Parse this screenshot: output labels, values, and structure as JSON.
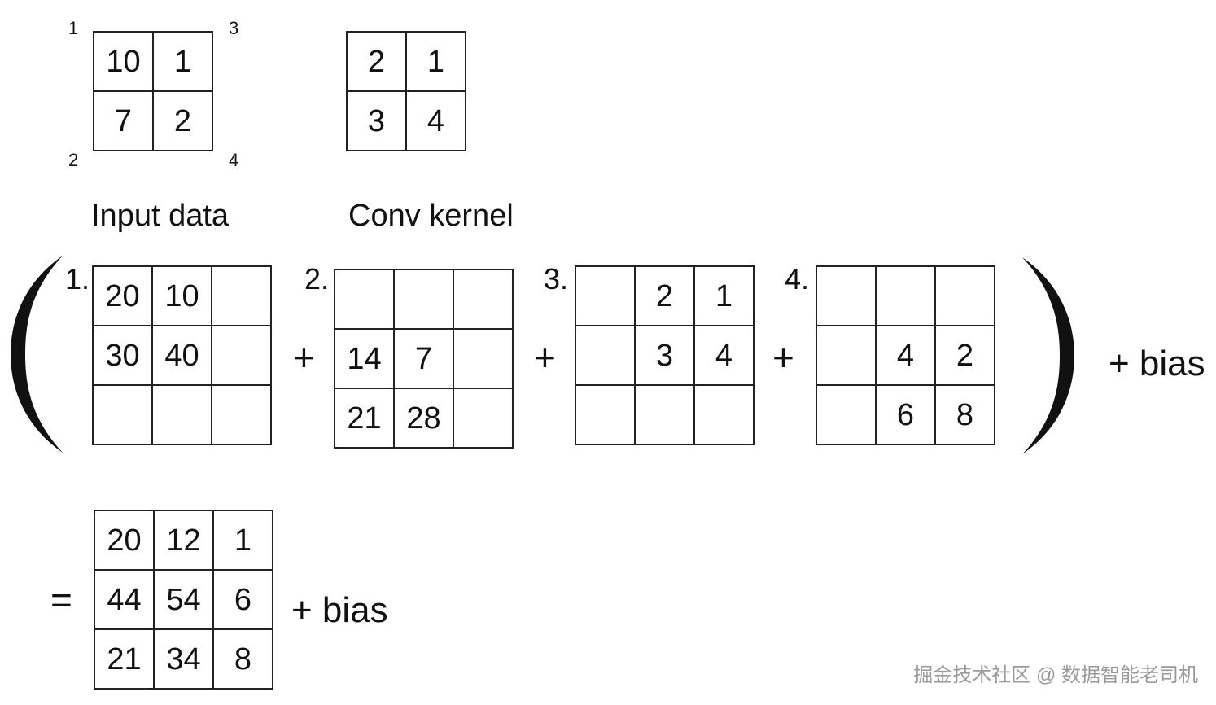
{
  "input": {
    "cells": [
      [
        "10",
        "1"
      ],
      [
        "7",
        "2"
      ]
    ],
    "corners": [
      "1",
      "3",
      "2",
      "4"
    ],
    "caption": "Input data"
  },
  "kernel": {
    "cells": [
      [
        "2",
        "1"
      ],
      [
        "3",
        "4"
      ]
    ],
    "caption": "Conv kernel"
  },
  "steps": [
    {
      "label": "1.",
      "cells": [
        [
          "20",
          "10",
          ""
        ],
        [
          "30",
          "40",
          ""
        ],
        [
          "",
          "",
          ""
        ]
      ]
    },
    {
      "label": "2.",
      "cells": [
        [
          "",
          "",
          ""
        ],
        [
          "14",
          "7",
          ""
        ],
        [
          "21",
          "28",
          ""
        ]
      ]
    },
    {
      "label": "3.",
      "cells": [
        [
          "",
          "2",
          "1"
        ],
        [
          "",
          "3",
          "4"
        ],
        [
          "",
          "",
          ""
        ]
      ]
    },
    {
      "label": "4.",
      "cells": [
        [
          "",
          "",
          ""
        ],
        [
          "",
          "4",
          "2"
        ],
        [
          "",
          "6",
          "8"
        ]
      ]
    }
  ],
  "operators": {
    "plus": "+",
    "equals": "="
  },
  "bias_label": "+ bias",
  "result": {
    "cells": [
      [
        "20",
        "12",
        "1"
      ],
      [
        "44",
        "54",
        "6"
      ],
      [
        "21",
        "34",
        "8"
      ]
    ],
    "bias_label": "+ bias"
  },
  "watermark": "掘金技术社区 @ 数据智能老司机"
}
